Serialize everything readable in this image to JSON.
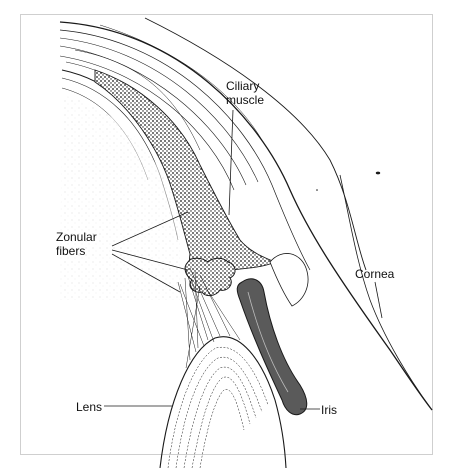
{
  "labels": {
    "ciliary_line1": "Ciliary",
    "ciliary_line2": "muscle",
    "zonular_line1": "Zonular",
    "zonular_line2": "fibers",
    "cornea": "Cornea",
    "lens": "Lens",
    "iris": "Iris"
  },
  "colors": {
    "ink": "#1a1a1a",
    "muscle_stipple": "#3a3a3a",
    "iris_fill": "#5a5a5a"
  }
}
